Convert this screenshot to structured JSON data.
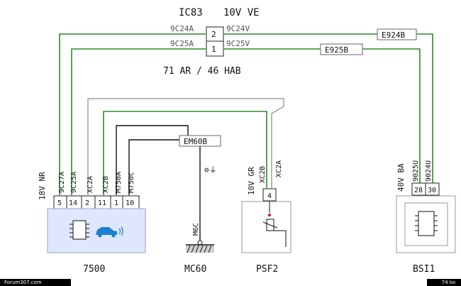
{
  "diagram": {
    "title": "IC83",
    "title_suffix": "10V VE",
    "connector_label": "71 AR / 46 HAB",
    "connector_pins": [
      "2",
      "1"
    ],
    "wires_left": [
      "9C24A",
      "9C25A"
    ],
    "wires_right": [
      "9C24V",
      "9C25V"
    ],
    "tags": [
      "E924B",
      "E925B",
      "EM60B"
    ],
    "ground_symbol": "⊖⏚",
    "components": {
      "c7500": {
        "name": "7500",
        "connector": "18V NR",
        "pins": [
          "5",
          "14",
          "2",
          "11",
          "1",
          "10"
        ],
        "wire_labels": [
          "9C27A",
          "9C25A",
          "XC2A",
          "XC2B",
          "M750A",
          "M750C"
        ]
      },
      "mc60": {
        "name": "MC60",
        "wire_label": "M6C"
      },
      "psf2": {
        "name": "PSF2",
        "connector": "10V GR",
        "pin": "4",
        "wire_labels": [
          "XC2B",
          "XC2A"
        ]
      },
      "bsi1": {
        "name": "BSI1",
        "connector": "40V BA",
        "pins": [
          "28",
          "30"
        ],
        "wire_labels": [
          "9025U",
          "9024U"
        ]
      }
    },
    "footer": {
      "site": "Forum307.com",
      "size": "74 ko"
    }
  },
  "colors": {
    "wire_green": "#2b8a2b",
    "wire_black": "#111111",
    "wire_gray": "#8a8a8a",
    "ecu_fill": "#dfe7ff"
  }
}
